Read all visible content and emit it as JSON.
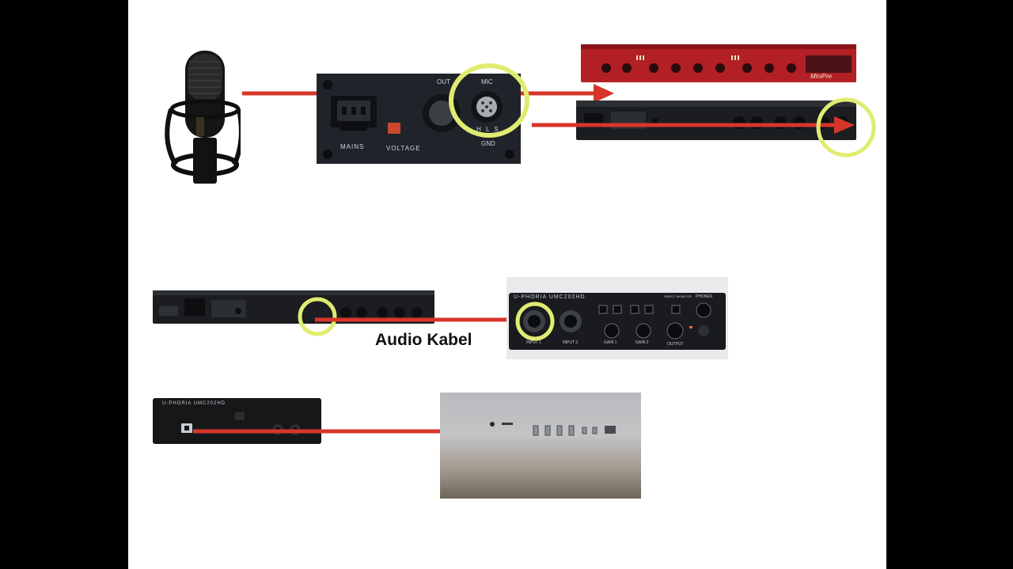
{
  "slide": {
    "caption": "Audio Kabel",
    "accent_arrow": "#d8352a",
    "highlight_ring": "#e0ec70"
  },
  "psu_panel": {
    "mains_label": "MAINS",
    "voltage_label": "VOLTAGE",
    "out_label": "OUT",
    "mic_label": "MIC",
    "hls_label": "H L S",
    "gnd_label": "GND"
  },
  "preamp": {
    "brand": "MiniPre"
  },
  "interface": {
    "brand": "U-PHORIA UMC202HD",
    "input1": "INPUT 1",
    "input2": "INPUT 2",
    "gain1": "GAIN 1",
    "gain2": "GAIN 2",
    "output": "OUTPUT",
    "phones": "PHONES",
    "direct_monitor": "DIRECT MONITOR"
  },
  "interface_back": {
    "brand": "U-PHORIA UMC202HD"
  }
}
